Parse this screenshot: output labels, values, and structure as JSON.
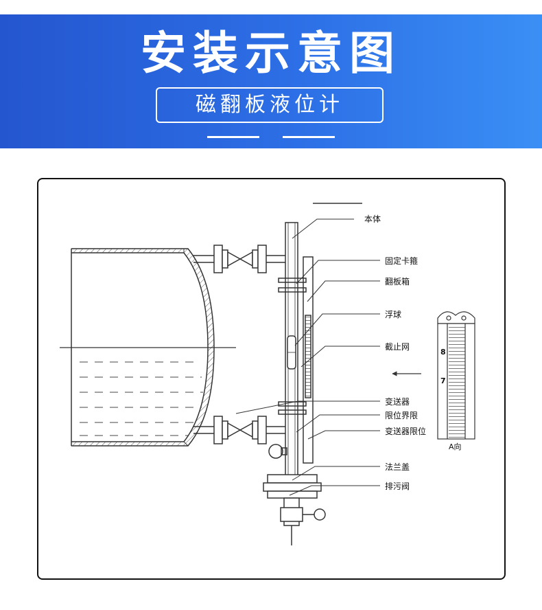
{
  "header": {
    "title": "安装示意图",
    "subtitle": "磁翻板液位计"
  },
  "diagram": {
    "labels": {
      "body": "本体",
      "fixed_clamp": "固定卡箍",
      "flip_box": "翻板箱",
      "float": "浮球",
      "stop_mesh": "截止网",
      "transmitter": "变送器",
      "limit_boundary": "限位界限",
      "transmitter_limit": "变送器限位",
      "flange_cover": "法兰盖",
      "drain_valve": "排污阀"
    },
    "detail": {
      "scale_upper": "8",
      "scale_lower": "7",
      "view_label": "A向"
    }
  },
  "colors": {
    "banner_left": "#2456cf",
    "banner_right": "#3a8ff5",
    "drawing": "#333333"
  }
}
